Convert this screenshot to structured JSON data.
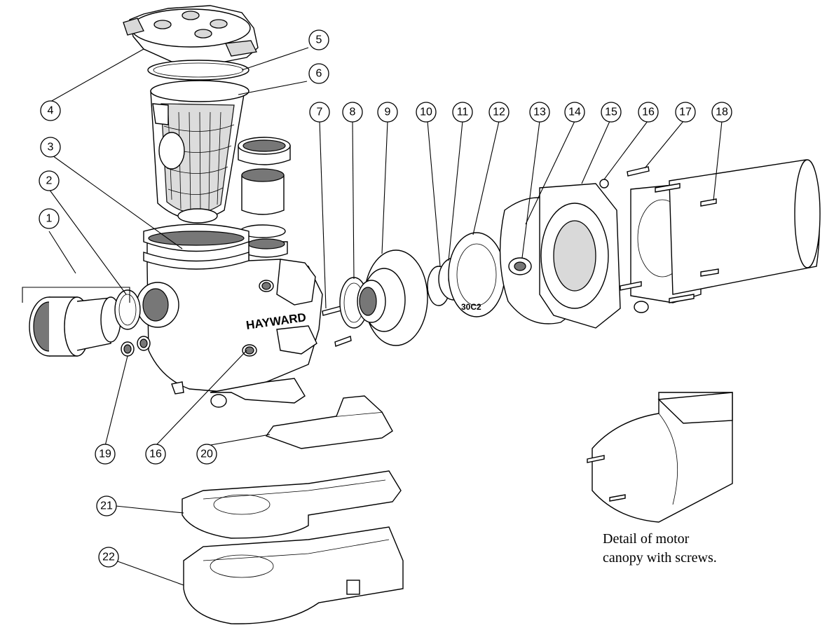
{
  "brand_label": "HAYWARD",
  "impeller_code": "30C2",
  "callouts": [
    "1",
    "2",
    "3",
    "4",
    "5",
    "6",
    "7",
    "8",
    "9",
    "10",
    "11",
    "12",
    "13",
    "14",
    "15",
    "16",
    "17",
    "18",
    "19",
    "16",
    "20",
    "21",
    "22"
  ],
  "detail_caption": {
    "line1": "Detail of motor",
    "line2": "canopy with screws."
  }
}
